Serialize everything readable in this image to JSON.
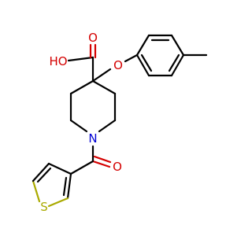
{
  "molecule": {
    "atoms": {
      "oh": "HO",
      "o_carbonyl_acid": "O",
      "o_ether": "O",
      "n_ring": "N",
      "o_amide": "O",
      "s_thiophene": "S"
    },
    "colors": {
      "oxygen": "#d40000",
      "nitrogen": "#0000d4",
      "sulfur": "#aaaa00",
      "carbon_bond": "#000000",
      "background": "#ffffff"
    }
  }
}
